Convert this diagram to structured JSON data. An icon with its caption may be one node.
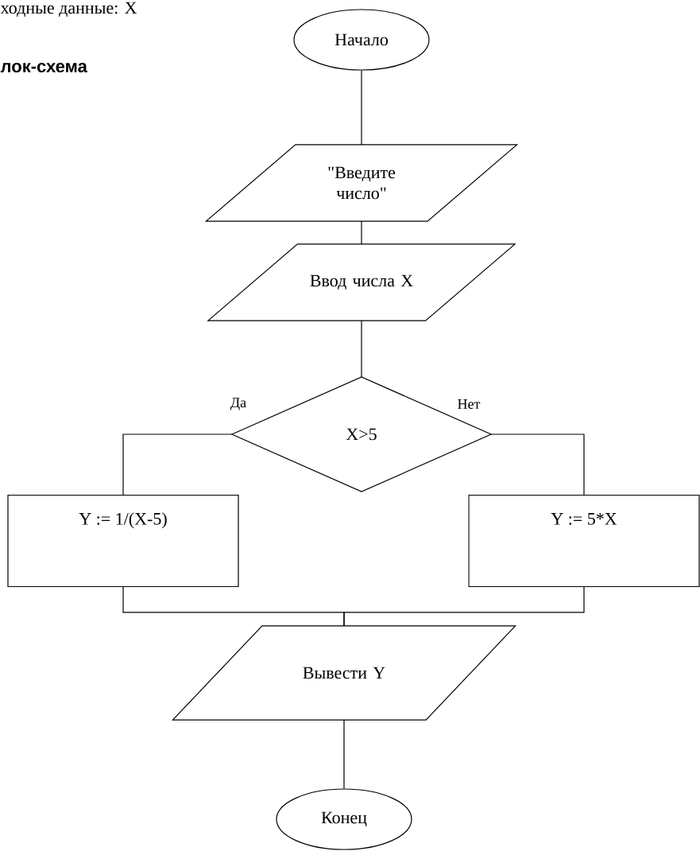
{
  "diagram": {
    "nodes": [
      {
        "text": [
          "Начало"
        ]
      },
      {
        "text": [
          "\"Введите число\""
        ]
      },
      {
        "text": [
          "Ввод числа X"
        ]
      },
      {
        "text": [
          "X>5"
        ]
      },
      {
        "text": [
          "Y := 1/(X-5)"
        ]
      },
      {
        "text": [
          "Y := 5*X"
        ]
      },
      {
        "text": [
          "Вывести Y"
        ]
      },
      {
        "text": [
          "Конец"
        ]
      }
    ],
    "edges": [
      {
        "from": 0,
        "to": 1,
        "arrow": "none"
      },
      {
        "from": 1,
        "to": 2,
        "arrow": "none"
      },
      {
        "from": 2,
        "to": 3,
        "arrow": "none"
      },
      {
        "from": 3,
        "to": 4,
        "arrow": "none",
        "label": "Да"
      },
      {
        "from": 3,
        "to": 5,
        "arrow": "none",
        "label": "Нет"
      },
      {
        "from": 4,
        "to": 6,
        "arrow": "none"
      },
      {
        "from": 5,
        "to": 6,
        "arrow": "none"
      },
      {
        "from": 6,
        "to": 7,
        "arrow": "none"
      }
    ],
    "labels": [
      "ходные данные: X",
      "лок-схема"
    ]
  }
}
